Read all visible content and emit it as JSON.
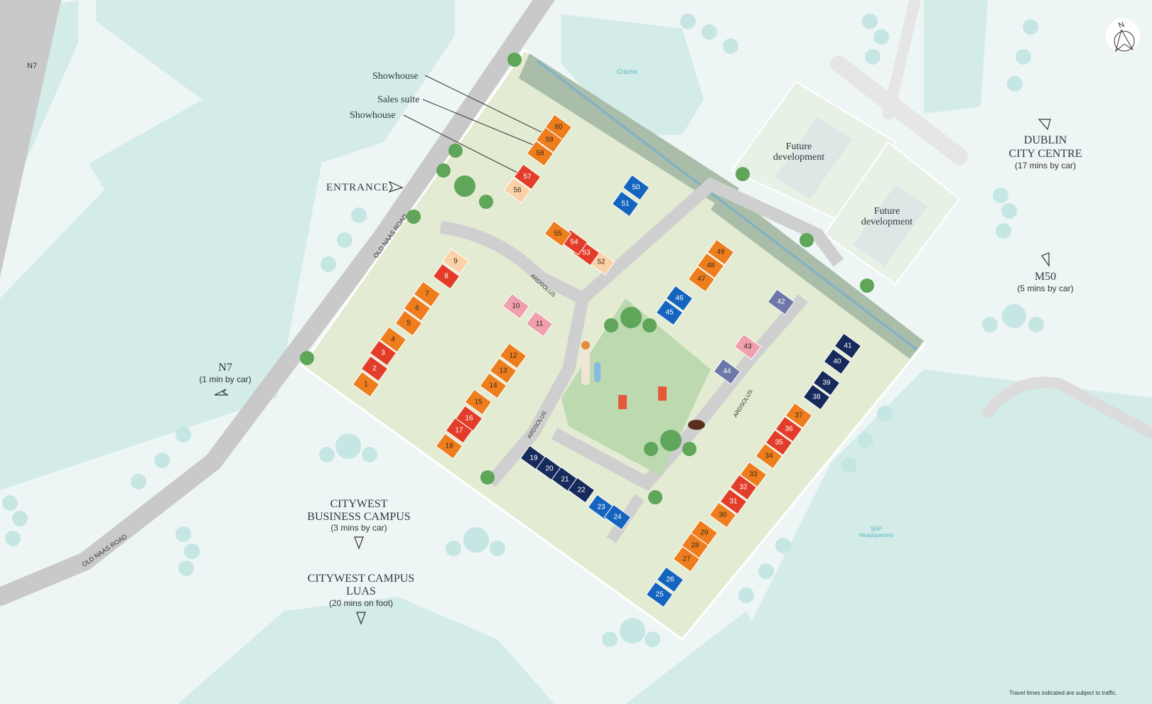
{
  "colors": {
    "background": "#eef6f5",
    "zone": "#d3ece8",
    "road": "#c9c9c9",
    "site": "#e3ecd2",
    "green": "#bcd9b0",
    "canal": "#a9bda9",
    "tree": "#5fa55a",
    "ghost_tree": "#c5e6e3",
    "orange": "#ee7d1e",
    "red": "#e33d2a",
    "peach": "#fbd2a8",
    "pink": "#ef9fae",
    "blue": "#1565bf",
    "navy": "#172a5c",
    "lavender": "#6d78a8"
  },
  "labels": {
    "n7_road": "N7",
    "old_naas_road_top": "OLD NAAS ROAD",
    "old_naas_road_bottom": "OLD NAAS ROAD",
    "creche": "Crèche",
    "showhouse_1": "Showhouse",
    "sales_suite": "Sales suite",
    "showhouse_2": "Showhouse",
    "entrance": "ENTRANCE",
    "ardsolus_1": "ARDSOLUS",
    "ardsolus_2": "ARDSOLUS",
    "ardsolus_3": "ARDSOLUS",
    "future_dev_1_line1": "Future",
    "future_dev_1_line2": "development",
    "future_dev_2_line1": "Future",
    "future_dev_2_line2": "development",
    "sap_line1": "SAP",
    "sap_line2": "Headquarters",
    "disclaimer": "Travel times indicated are subject to traffic."
  },
  "destinations": {
    "dublin_line1": "DUBLIN",
    "dublin_line2": "CITY CENTRE",
    "dublin_time": "(17 mins by car)",
    "m50": "M50",
    "m50_time": "(5 mins by car)",
    "n7": "N7",
    "n7_time": "(1 min by car)",
    "citywest_bc_line1": "CITYWEST",
    "citywest_bc_line2": "BUSINESS CAMPUS",
    "citywest_bc_time": "(3 mins by car)",
    "luas_line1": "CITYWEST CAMPUS",
    "luas_line2": "LUAS",
    "luas_time": "(20 mins on foot)"
  },
  "compass": {
    "letter": "N",
    "icon": "north-arrow-icon"
  },
  "plots": [
    {
      "n": "1",
      "c": "orange"
    },
    {
      "n": "2",
      "c": "red"
    },
    {
      "n": "3",
      "c": "red"
    },
    {
      "n": "4",
      "c": "orange"
    },
    {
      "n": "5",
      "c": "orange"
    },
    {
      "n": "6",
      "c": "orange"
    },
    {
      "n": "7",
      "c": "orange"
    },
    {
      "n": "8",
      "c": "red"
    },
    {
      "n": "9",
      "c": "peach"
    },
    {
      "n": "10",
      "c": "pink"
    },
    {
      "n": "11",
      "c": "pink"
    },
    {
      "n": "12",
      "c": "orange"
    },
    {
      "n": "13",
      "c": "orange"
    },
    {
      "n": "14",
      "c": "orange"
    },
    {
      "n": "15",
      "c": "orange"
    },
    {
      "n": "16",
      "c": "red"
    },
    {
      "n": "17",
      "c": "red"
    },
    {
      "n": "18",
      "c": "orange"
    },
    {
      "n": "19",
      "c": "navy"
    },
    {
      "n": "20",
      "c": "navy"
    },
    {
      "n": "21",
      "c": "navy"
    },
    {
      "n": "22",
      "c": "navy"
    },
    {
      "n": "23",
      "c": "blue"
    },
    {
      "n": "24",
      "c": "blue"
    },
    {
      "n": "25",
      "c": "blue"
    },
    {
      "n": "26",
      "c": "blue"
    },
    {
      "n": "27",
      "c": "orange"
    },
    {
      "n": "28",
      "c": "orange"
    },
    {
      "n": "29",
      "c": "orange"
    },
    {
      "n": "30",
      "c": "orange"
    },
    {
      "n": "31",
      "c": "red"
    },
    {
      "n": "32",
      "c": "red"
    },
    {
      "n": "33",
      "c": "orange"
    },
    {
      "n": "34",
      "c": "orange"
    },
    {
      "n": "35",
      "c": "red"
    },
    {
      "n": "36",
      "c": "red"
    },
    {
      "n": "37",
      "c": "orange"
    },
    {
      "n": "38",
      "c": "navy"
    },
    {
      "n": "39",
      "c": "navy"
    },
    {
      "n": "40",
      "c": "navy"
    },
    {
      "n": "41",
      "c": "navy"
    },
    {
      "n": "42",
      "c": "lavender"
    },
    {
      "n": "43",
      "c": "pink"
    },
    {
      "n": "44",
      "c": "lavender"
    },
    {
      "n": "45",
      "c": "blue"
    },
    {
      "n": "46",
      "c": "blue"
    },
    {
      "n": "47",
      "c": "orange"
    },
    {
      "n": "48",
      "c": "orange"
    },
    {
      "n": "49",
      "c": "orange"
    },
    {
      "n": "50",
      "c": "blue"
    },
    {
      "n": "51",
      "c": "blue"
    },
    {
      "n": "52",
      "c": "peach"
    },
    {
      "n": "53",
      "c": "red"
    },
    {
      "n": "54",
      "c": "red"
    },
    {
      "n": "55",
      "c": "orange"
    },
    {
      "n": "56",
      "c": "peach"
    },
    {
      "n": "57",
      "c": "red"
    },
    {
      "n": "58",
      "c": "orange"
    },
    {
      "n": "59",
      "c": "orange"
    },
    {
      "n": "60",
      "c": "orange"
    }
  ]
}
